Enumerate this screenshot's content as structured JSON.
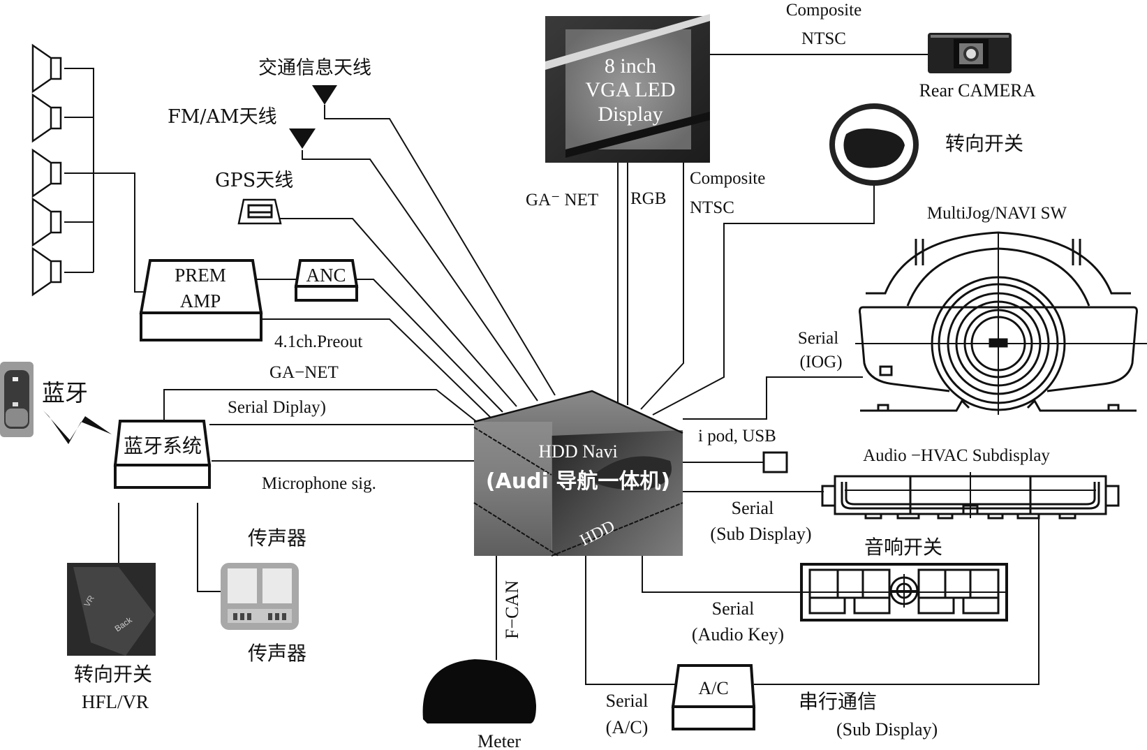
{
  "diagram": {
    "title": "Audi HDD navigation system wiring diagram",
    "central_unit": {
      "line1": "HDD Navi",
      "line2": "(Audi 导航一体机)",
      "hdd_label": "HDD"
    },
    "components": {
      "display": {
        "line1": "8 inch",
        "line2": "VGA LED",
        "line3": "Display"
      },
      "rear_camera": "Rear CAMERA",
      "steering_switch_top": "转向开关",
      "multijog": "MultiJog/NAVI SW",
      "ipod_usb": "i pod, USB",
      "subdisplay": "Audio −HVAC Subdisplay",
      "audio_switch": "音响开关",
      "ac": "A/C",
      "meter": "Meter",
      "traffic_antenna": "交通信息天线",
      "fmam_antenna": "FM/AM天线",
      "gps_antenna": "GPS天线",
      "prem_amp": {
        "line1": "PREM",
        "line2": "AMP"
      },
      "anc": "ANC",
      "bluetooth": "蓝牙",
      "bluetooth_system": "蓝牙系统",
      "microphone_top": "传声器",
      "microphone_bottom": "传声器",
      "hfl": {
        "line1": "转向开关",
        "line2": "HFL/VR"
      },
      "speakers_count": 5
    },
    "connections": {
      "camera_signal": {
        "line1": "Composite",
        "line2": "NTSC"
      },
      "display_ganet": "GA⁻ NET",
      "display_rgb": "RGB",
      "display_composite": {
        "line1": "Composite",
        "line2": "NTSC"
      },
      "serial_iog": {
        "line1": "Serial",
        "line2": "(IOG)"
      },
      "serial_subdisplay": {
        "line1": "Serial",
        "line2": "(Sub Display)"
      },
      "serial_audiokey": {
        "line1": "Serial",
        "line2": "(Audio Key)"
      },
      "serial_ac": {
        "line1": "Serial",
        "line2": "(A/C)"
      },
      "serial_comm": {
        "line1": "串行通信",
        "line2": "(Sub Display)"
      },
      "fcan": "F−CAN",
      "preout": "4.1ch.Preout",
      "ganet": "GA−NET",
      "serial_display": "Serial Diplay)",
      "mic_signal": "Microphone sig."
    }
  }
}
